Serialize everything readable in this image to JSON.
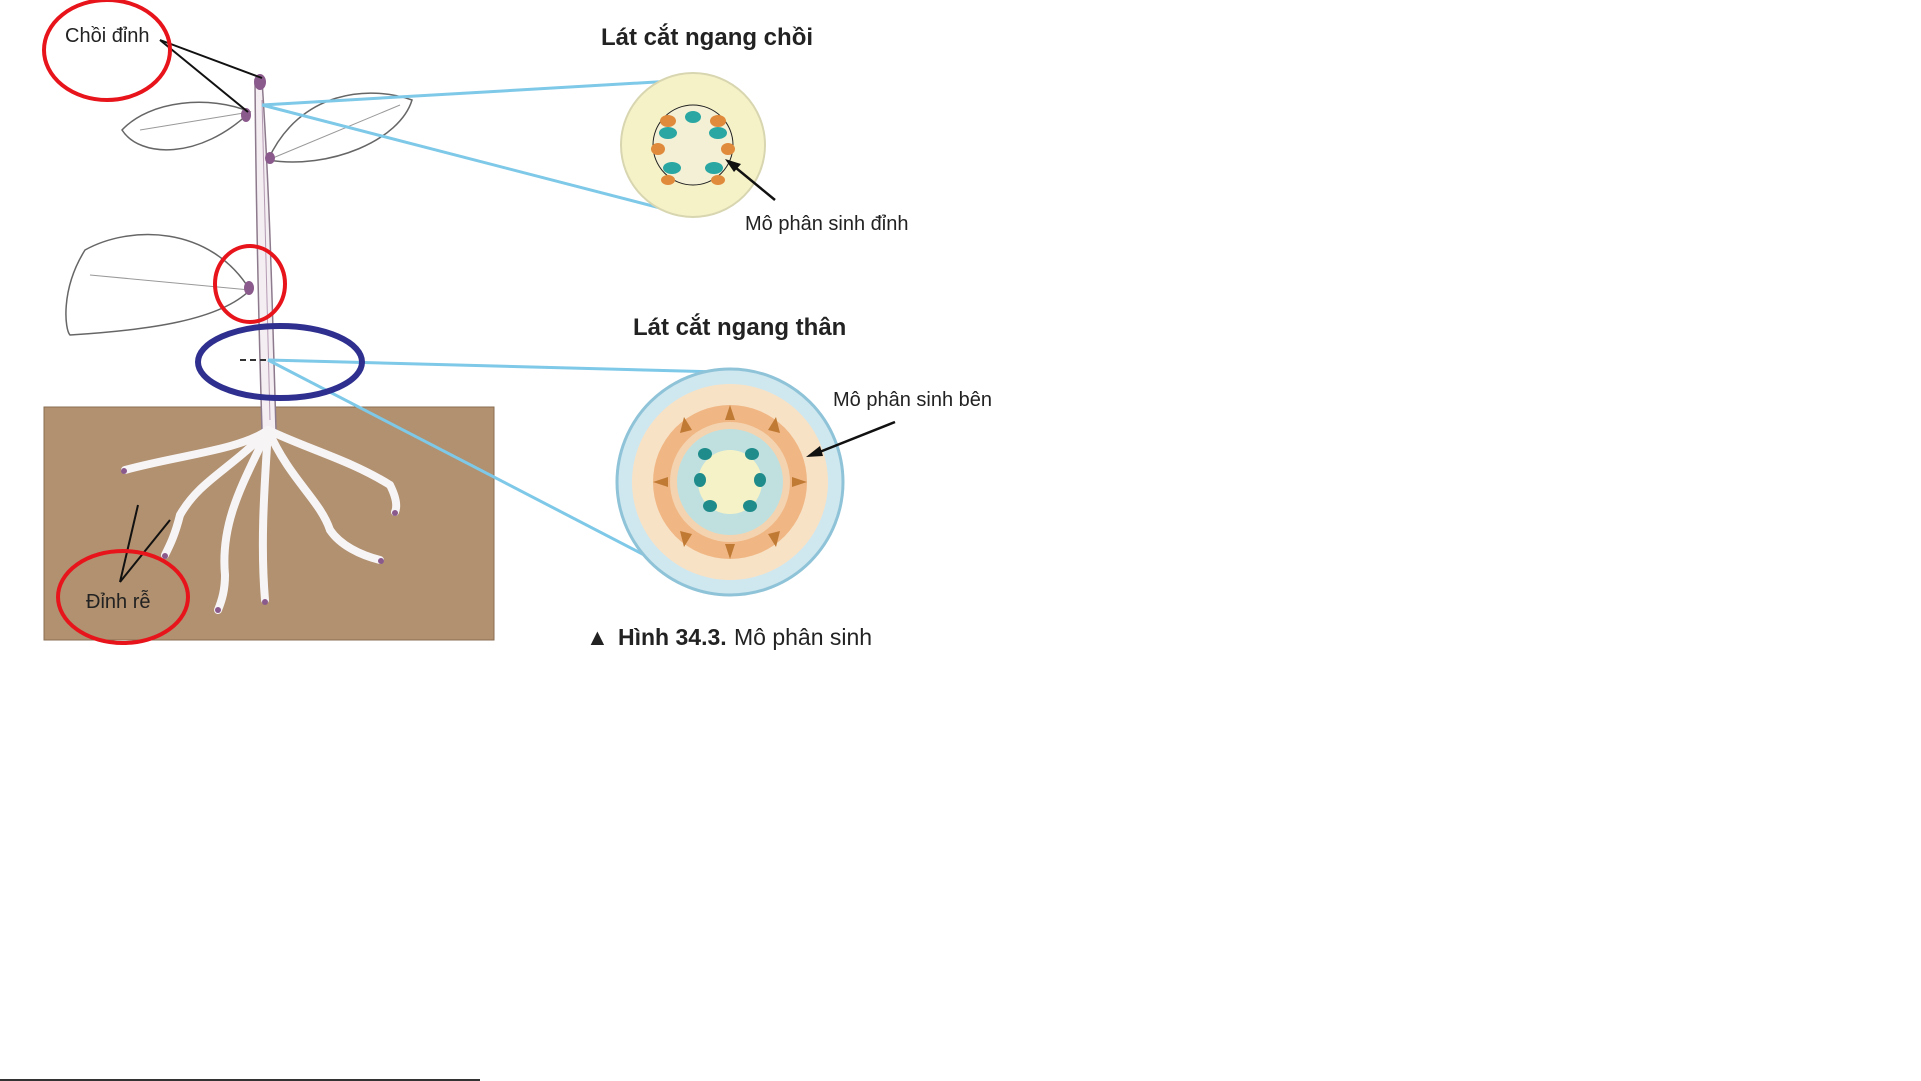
{
  "labels": {
    "choi_dinh": "Chồi đỉnh",
    "dinh_re": "Đỉnh rễ",
    "lat_cat_choi": "Lát cắt ngang chồi",
    "mo_phan_sinh_dinh": "Mô phân sinh đỉnh",
    "lat_cat_than": "Lát cắt ngang thân",
    "mo_phan_sinh_ben": "Mô phân sinh bên"
  },
  "caption": {
    "marker": "▲",
    "number": "Hình 34.3.",
    "text": "Mô phân sinh"
  },
  "colors": {
    "soil": "#b1916f",
    "leader_line": "#7ec8e8",
    "highlight_red": "#e8141b",
    "highlight_blue": "#2e2f8f",
    "meristem_teal": "#2aa7a3",
    "meristem_orange": "#e08a3c",
    "bud_purple": "#8b5a8c"
  }
}
